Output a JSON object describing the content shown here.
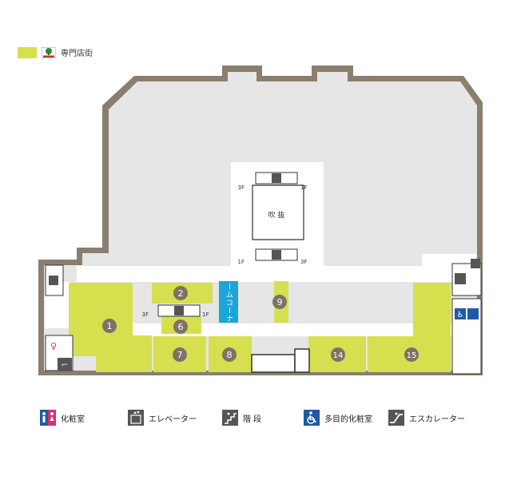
{
  "legend_top": {
    "swatch_color": "#d6e04f",
    "logo_icon": "tree-logo-icon",
    "label": "専門店街"
  },
  "map": {
    "atrium_label": "吹 抜",
    "game_corner_label": "ゲームコーナー",
    "escalator_labels": {
      "top_left": "3F",
      "top_right": "1F",
      "bottom_left": "1F",
      "bottom_right": "3F",
      "mid_left": "3F",
      "mid_right": "1F"
    },
    "shops": [
      "1",
      "2",
      "6",
      "7",
      "8",
      "9",
      "14",
      "15"
    ]
  },
  "legend_bottom": [
    {
      "icon": "restroom-icon",
      "label": "化粧室"
    },
    {
      "icon": "elevator-icon",
      "label": "エレベーター"
    },
    {
      "icon": "stairs-icon",
      "label": "階 段"
    },
    {
      "icon": "accessible-restroom-icon",
      "label": "多目的化粧室"
    },
    {
      "icon": "escalator-icon",
      "label": "エスカレーター"
    }
  ],
  "colors": {
    "shop": "#d6e04f",
    "wall": "#8a7e6f",
    "floor": "#e6e6e6",
    "marker": "#7d7364",
    "restroom_blue": "#1f59a6",
    "restroom_pink": "#d8306b",
    "game_corner": "#1aa6d8"
  }
}
